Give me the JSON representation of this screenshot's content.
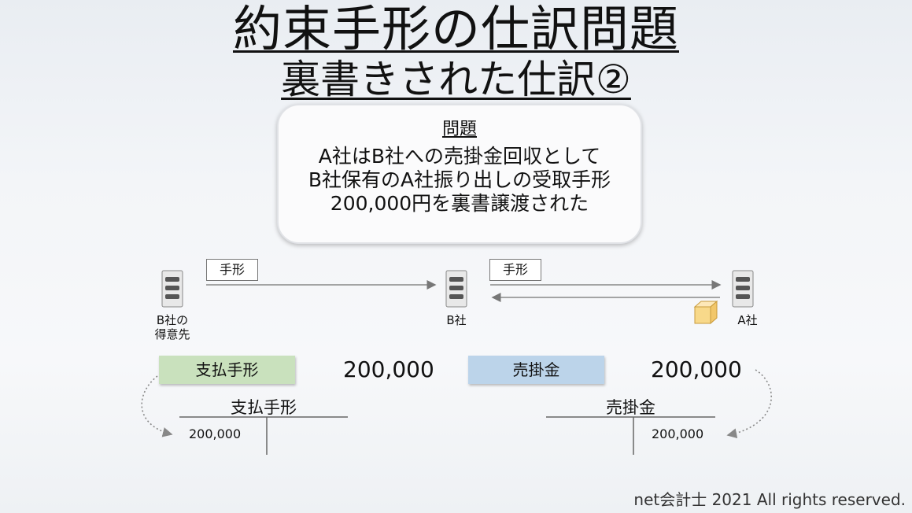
{
  "title_line1": "約束手形の仕訳問題",
  "title_line2": "裏書きされた仕訳②",
  "problem": {
    "heading": "問題",
    "lines": [
      "A社はB社への売掛金回収として",
      "B社保有のA社振り出しの受取手形",
      "200,000円を裏書譲渡された"
    ]
  },
  "diagram": {
    "left_company": [
      "B社の",
      "得意先"
    ],
    "middle_company": "B社",
    "right_company": "A社",
    "arrow_tag_left": "手形",
    "arrow_tag_right": "手形"
  },
  "journal": {
    "debit_account": "支払手形",
    "debit_amount": "200,000",
    "credit_account": "売掛金",
    "credit_amount": "200,000",
    "debit_color": "#c9e1bd",
    "credit_color": "#bcd4ea"
  },
  "t_accounts": {
    "left": {
      "title": "支払手形",
      "entry": "200,000"
    },
    "right": {
      "title": "売掛金",
      "entry": "200,000"
    }
  },
  "copyright": "net会計士 2021 All rights reserved."
}
